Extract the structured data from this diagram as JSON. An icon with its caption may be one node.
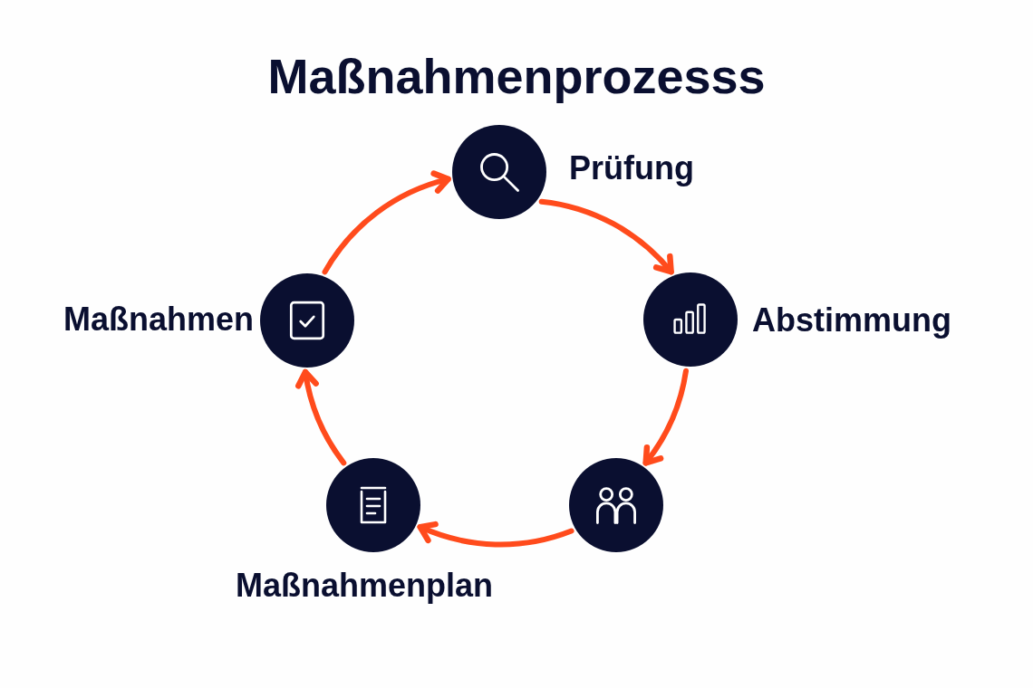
{
  "diagram": {
    "title": "Maßnahmenprozesss",
    "nodes": [
      {
        "text": [],
        "shape": "circle",
        "beside": [
          "Prüfung"
        ]
      },
      {
        "text": [],
        "shape": "circle",
        "beside": [
          "Abstimmung"
        ]
      },
      {
        "text": [],
        "shape": "circle"
      },
      {
        "text": [],
        "shape": "circle",
        "beside": [
          "Maßnahmenplan"
        ]
      },
      {
        "text": [],
        "shape": "circle",
        "beside": [
          "Maßnahmen"
        ]
      }
    ],
    "edges": [
      {
        "from": 0,
        "to": 1,
        "arrow": "to"
      },
      {
        "from": 1,
        "to": 2,
        "arrow": "to"
      },
      {
        "from": 2,
        "to": 3,
        "arrow": "to"
      },
      {
        "from": 3,
        "to": 4,
        "arrow": "to"
      },
      {
        "from": 4,
        "to": 0,
        "arrow": "to"
      }
    ]
  }
}
